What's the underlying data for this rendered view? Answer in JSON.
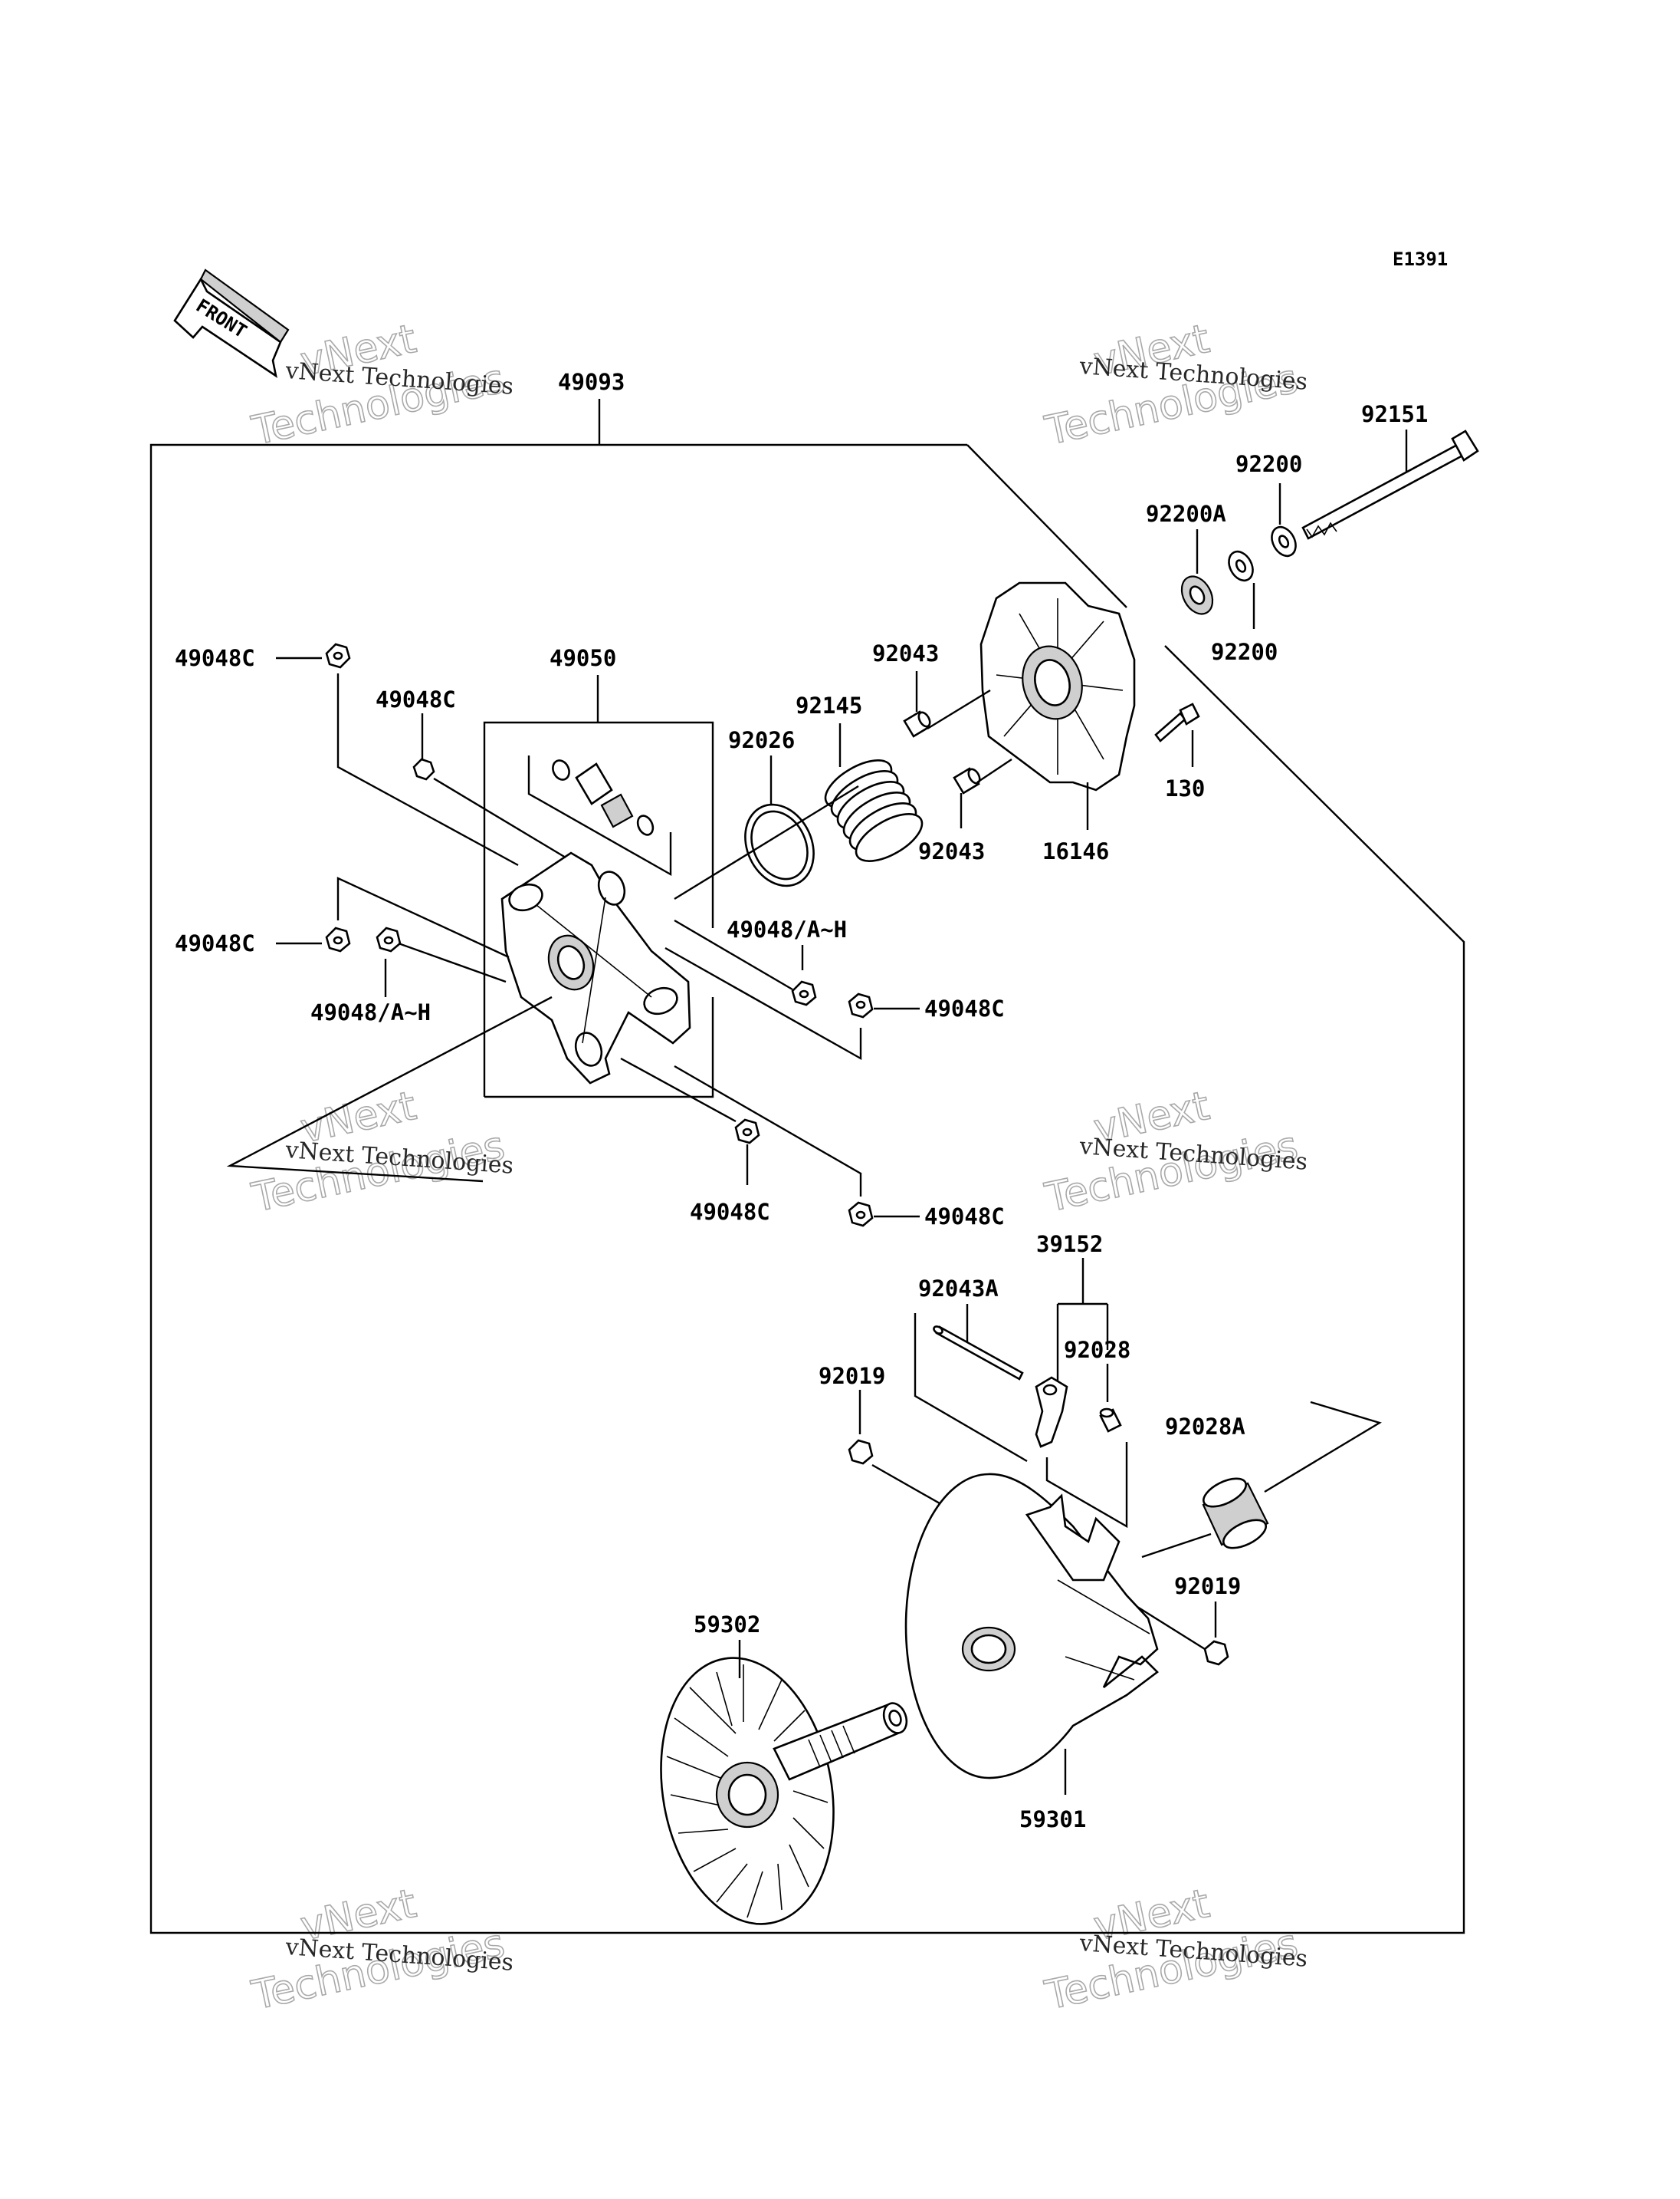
{
  "diagram_code": "E1391",
  "front_label": "FRONT",
  "watermark": {
    "brand": "vNext",
    "word": "Technologies",
    "line": "vNext Technologies"
  },
  "parts": {
    "p49093": "49093",
    "p92151": "92151",
    "p92200_top": "92200",
    "p92200A": "92200A",
    "p92200_bottom": "92200",
    "p49048C_top_left": "49048C",
    "p49050": "49050",
    "p49048C_inner": "49048C",
    "p92043_top": "92043",
    "p92145": "92145",
    "p92026": "92026",
    "p130": "130",
    "p92043_bottom": "92043",
    "p16146": "16146",
    "p49048AH_right": "49048/A~H",
    "p49048C_mid_left": "49048C",
    "p49048AH_left": "49048/A~H",
    "p49048C_mid_right": "49048C",
    "p49048C_bottom_center": "49048C",
    "p49048C_bottom_right": "49048C",
    "p39152": "39152",
    "p92043A": "92043A",
    "p92028": "92028",
    "p92019_left": "92019",
    "p92028A": "92028A",
    "p92019_right": "92019",
    "p59302": "59302",
    "p59301": "59301"
  }
}
